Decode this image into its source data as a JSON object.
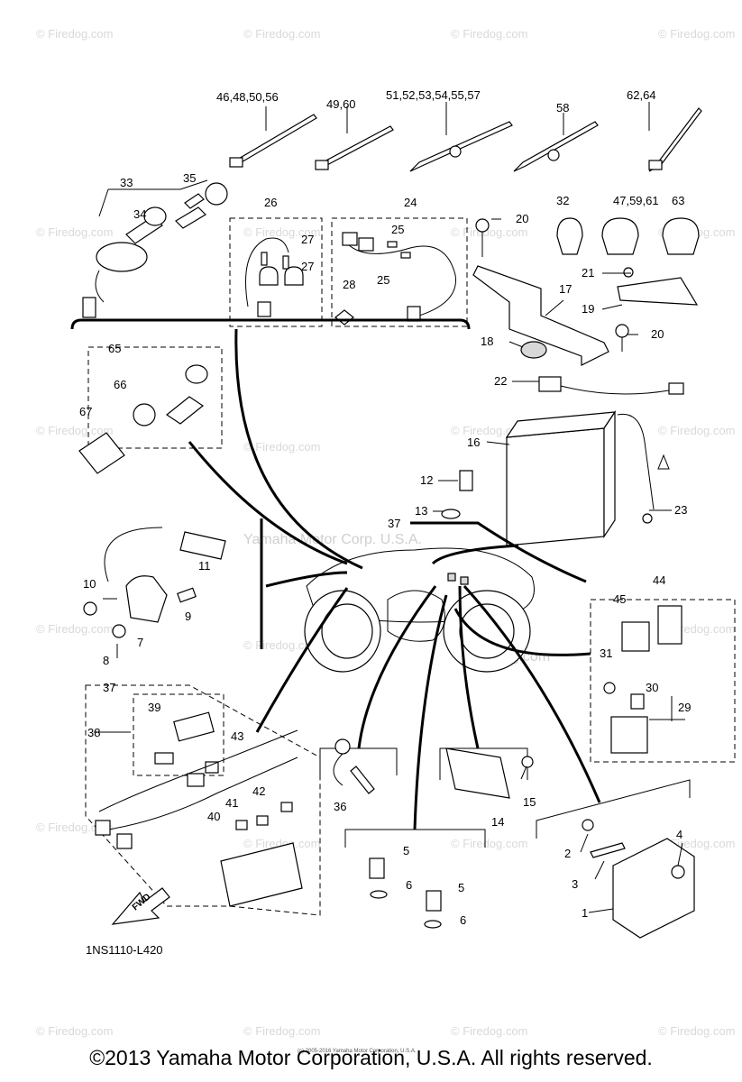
{
  "watermarks": {
    "firedog": "© Firedog.com",
    "yamaha": "Yamaha Motor Corp. U.S.A.",
    "firedog_center": "© Firedog.com"
  },
  "callouts": {
    "c46": "46,48,50,56",
    "c49": "49,60",
    "c51": "51,52,53,54,55,57",
    "c58": "58",
    "c62": "62,64",
    "c33": "33",
    "c35": "35",
    "c34": "34",
    "c26": "26",
    "c24": "24",
    "c27a": "27",
    "c27b": "27",
    "c25a": "25",
    "c25b": "25",
    "c28": "28",
    "c32": "32",
    "c47": "47,59,61",
    "c63": "63",
    "c20a": "20",
    "c21": "21",
    "c17": "17",
    "c19": "19",
    "c20b": "20",
    "c18": "18",
    "c65": "65",
    "c66": "66",
    "c67": "67",
    "c22": "22",
    "c16": "16",
    "c12": "12",
    "c13": "13",
    "c23": "23",
    "c37a": "37",
    "c11": "11",
    "c10": "10",
    "c9": "9",
    "c7": "7",
    "c8": "8",
    "c44": "44",
    "c45": "45",
    "c31": "31",
    "c30": "30",
    "c29": "29",
    "c37b": "37",
    "c39": "39",
    "c38": "38",
    "c43": "43",
    "c42": "42",
    "c41": "41",
    "c40": "40",
    "c36": "36",
    "c15": "15",
    "c14": "14",
    "c4": "4",
    "c2": "2",
    "c3": "3",
    "c1": "1",
    "c5a": "5",
    "c6a": "6",
    "c5b": "5",
    "c6b": "6"
  },
  "fwd_label": "FWD",
  "diagram_code": "1NS1110-L420",
  "footer": {
    "copyright": "©2013 Yamaha Motor Corporation, U.S.A. All rights reserved.",
    "fine_print": "(c) 2005-2016 Yamaha Motor Corporation, U.S.A."
  }
}
